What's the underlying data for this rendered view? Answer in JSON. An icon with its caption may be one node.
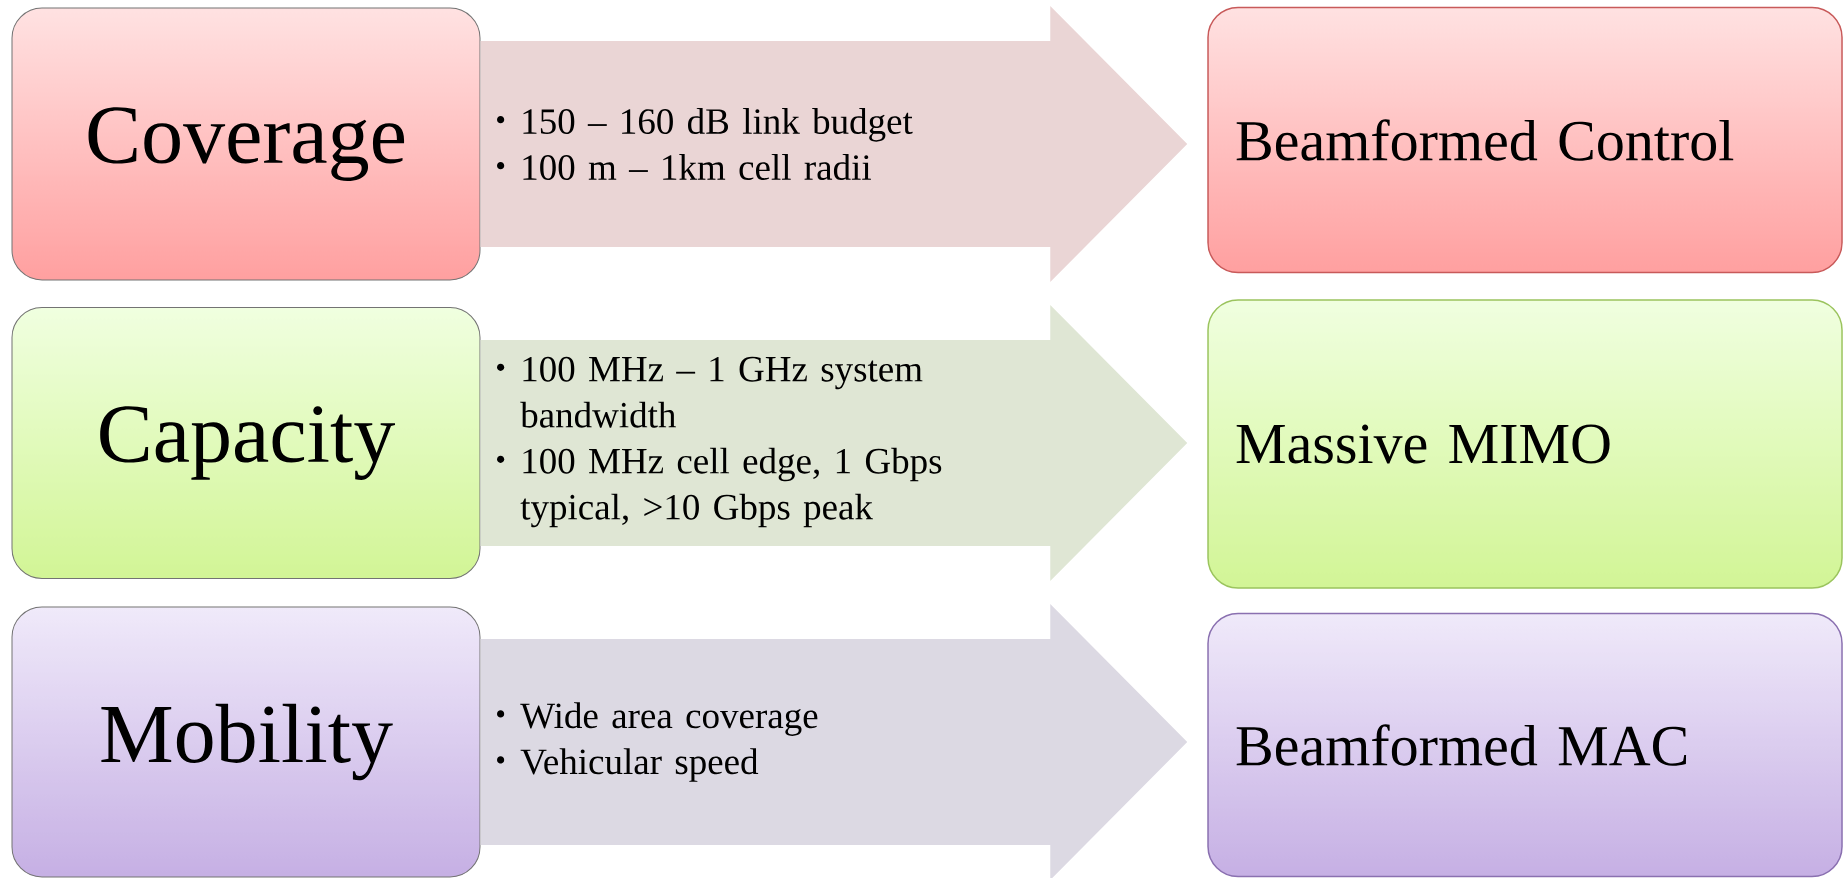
{
  "diagram": {
    "nodes": [
      {
        "text": [
          "Coverage"
        ]
      },
      {
        "text": [
          "150 – 160 dB link budget",
          "100 m – 1km cell radii"
        ]
      },
      {
        "text": [
          "Beamformed Control"
        ]
      },
      {
        "text": [
          "Capacity"
        ]
      },
      {
        "text": [
          "100 MHz – 1 GHz system bandwidth",
          "100 MHz cell edge, 1 Gbps typical, >10 Gbps peak"
        ]
      },
      {
        "text": [
          "Massive MIMO"
        ]
      },
      {
        "text": [
          "Mobility"
        ]
      },
      {
        "text": [
          "Wide area coverage",
          "Vehicular speed"
        ]
      },
      {
        "text": [
          "Beamformed MAC"
        ]
      }
    ],
    "edges": [
      {
        "from": 0,
        "to": 2,
        "arrow": "to",
        "style": "thick",
        "color": "#ead5d5"
      },
      {
        "from": 3,
        "to": 5,
        "arrow": "to",
        "style": "thick",
        "color": "#dfe6d4"
      },
      {
        "from": 6,
        "to": 8,
        "arrow": "to",
        "style": "thick",
        "color": "#dcd9e3"
      }
    ]
  }
}
